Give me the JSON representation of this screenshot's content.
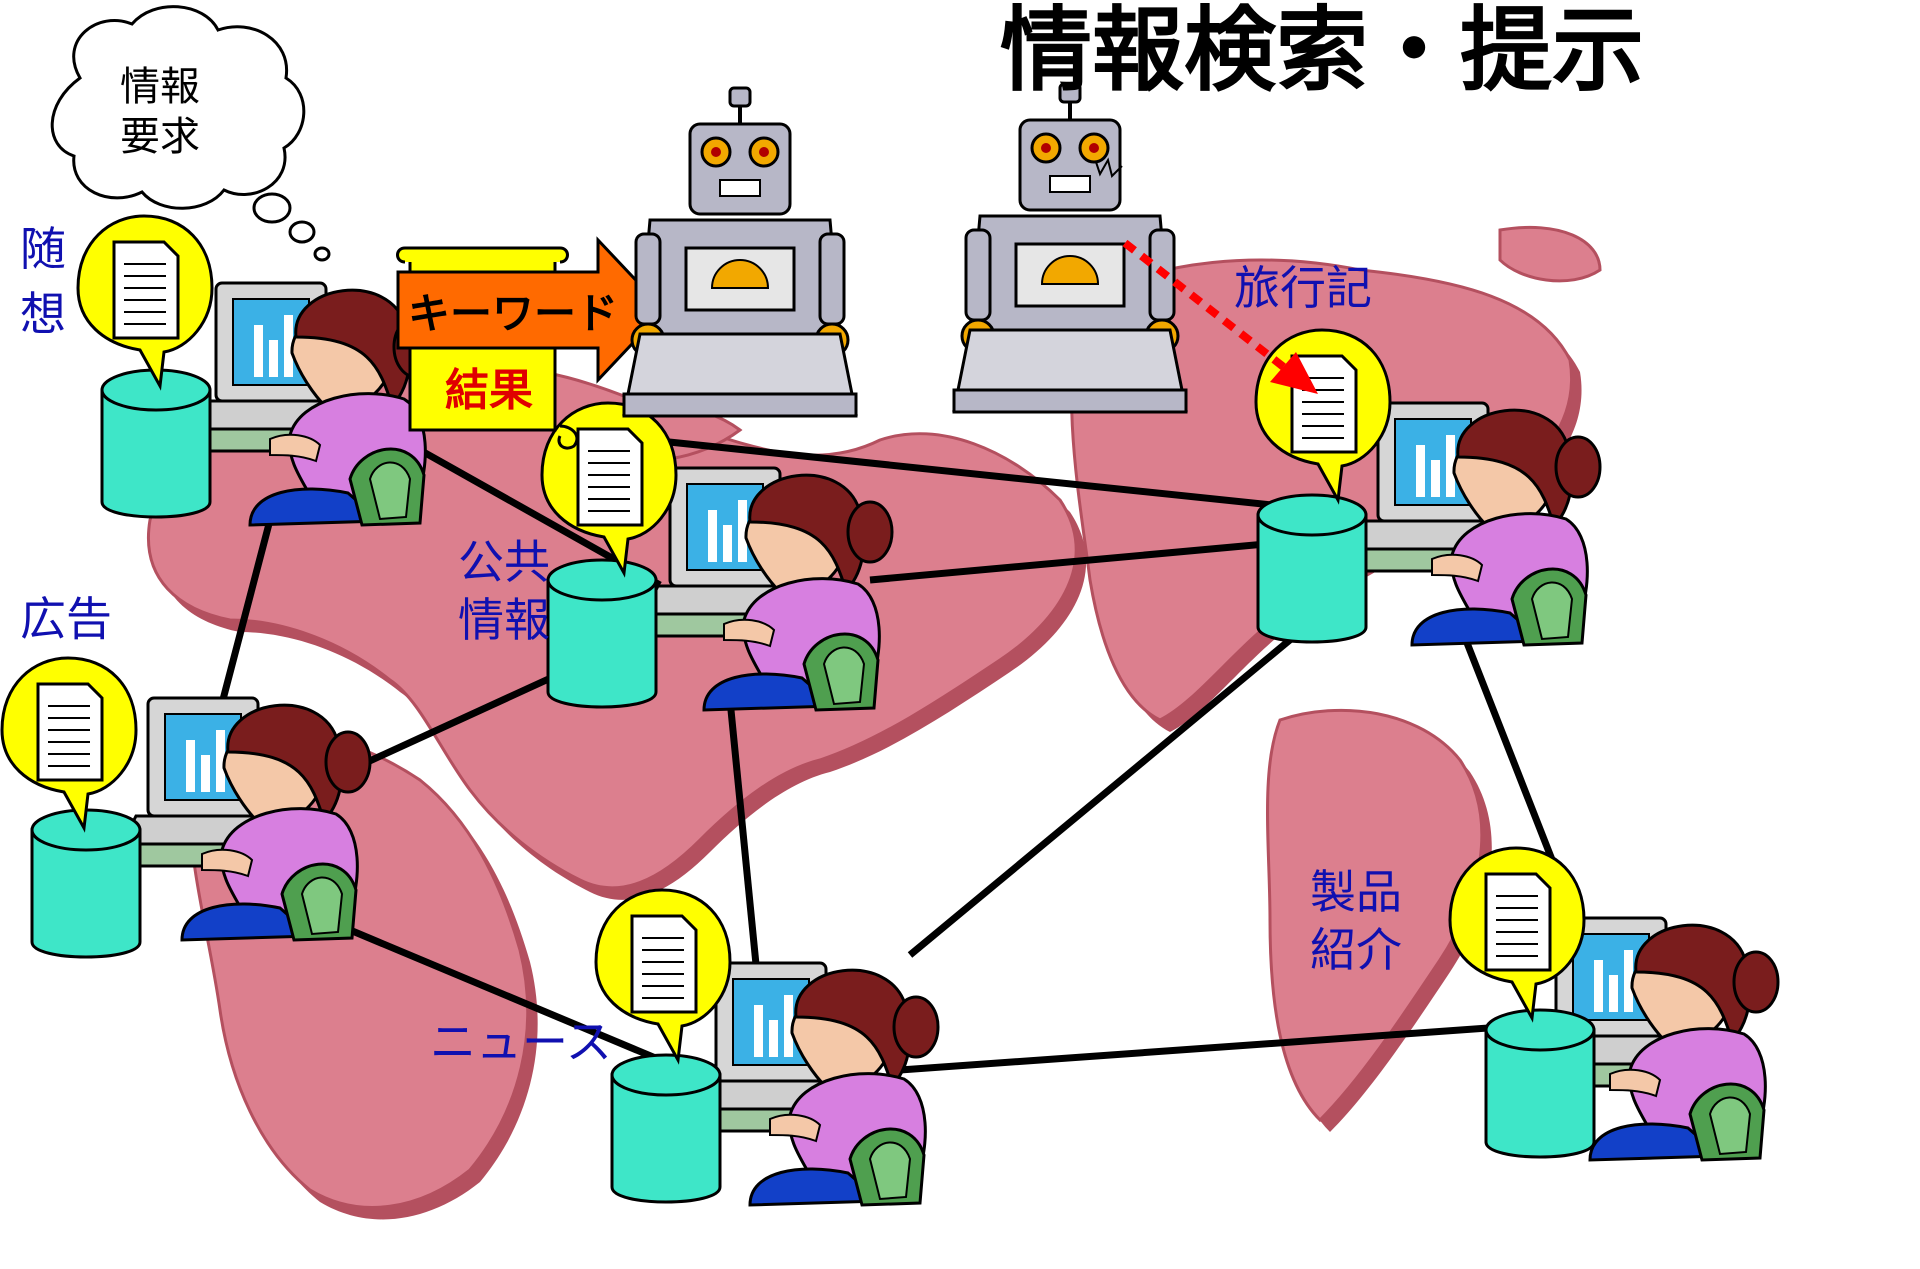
{
  "title": "情報検索・提示",
  "thought_cloud": {
    "line1": "情報",
    "line2": "要求"
  },
  "keyword_arrow": {
    "label": "キーワード"
  },
  "result_scroll": {
    "label": "結果"
  },
  "nodes": {
    "essay": {
      "label_lines": [
        "随",
        "想"
      ]
    },
    "public_info": {
      "label_lines": [
        "公共",
        "情報"
      ]
    },
    "travel": {
      "label_lines": [
        "旅行記"
      ]
    },
    "ads": {
      "label_lines": [
        "広告"
      ]
    },
    "news": {
      "label_lines": [
        "ニュース"
      ]
    },
    "products": {
      "label_lines": [
        "製品",
        "紹介"
      ]
    }
  },
  "colors": {
    "map": "#dc7f8e",
    "map_shadow": "#b4505f",
    "database": "#3ee6c8",
    "callout": "#ffff00",
    "label": "#1010b0",
    "keyword_arrow": "#ff6a00",
    "result": "#e00000",
    "robot_body": "#b7b7c7",
    "blouse": "#d77fe0",
    "chair": "#4f9f4f",
    "hair": "#7a1d1d"
  },
  "icons": [
    "thought-cloud-icon",
    "robot-icon",
    "document-icon",
    "database-icon",
    "computer-icon",
    "user-icon",
    "chair-icon",
    "world-map-icon",
    "dashed-arrow-icon"
  ]
}
